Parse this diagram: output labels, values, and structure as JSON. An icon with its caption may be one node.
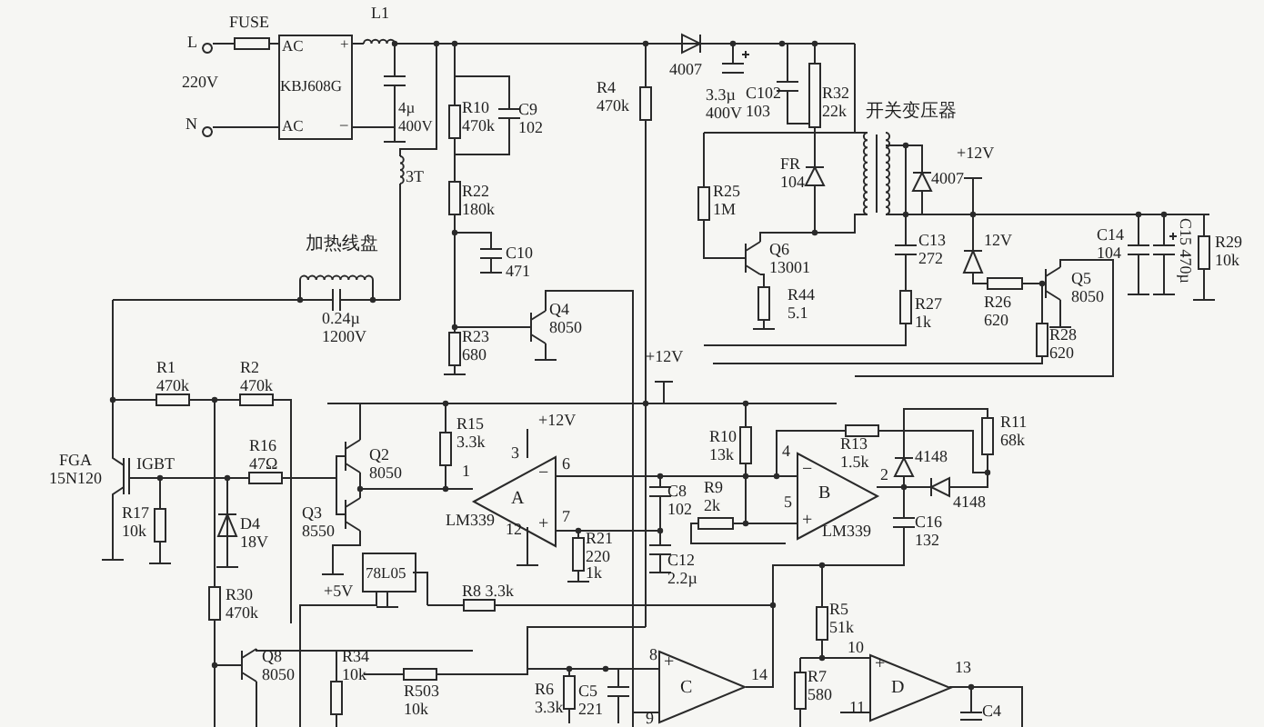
{
  "diagram": {
    "nodes": [
      {
        "text": [
          "AC",
          "+",
          "KBJ608G",
          "AC",
          "–"
        ]
      },
      {
        "text": [
          "A",
          "−",
          "+"
        ]
      },
      {
        "text": [
          "B",
          "−",
          "+"
        ]
      },
      {
        "text": [
          "78L05"
        ]
      },
      {
        "text": [
          "C",
          "+"
        ]
      },
      {
        "text": [
          "D",
          "+"
        ]
      }
    ],
    "edges": [
      {
        "from": 1,
        "to": 2,
        "arrow": "none"
      }
    ],
    "labels": [
      "L",
      "FUSE",
      "L1",
      "220V",
      "N",
      "4µ 400V",
      "3T",
      "加热线盘",
      "0.24µ 1200V",
      "R10 470k",
      "C9 102",
      "R22 180k",
      "C10 471",
      "Q4 8050",
      "R23 680",
      "R4 470k",
      "4007",
      "3.3µ 400V",
      "C102 103",
      "R32 22k",
      "FR 104",
      "开关变压器",
      "R25 1M",
      "Q6 13001",
      "R44 5.1",
      "+12V",
      "4007",
      "C13 272",
      "12V",
      "R27 1k",
      "R26 620",
      "Q5 8050",
      "R28 620",
      "C14 104",
      "C15 470µ",
      "R29 10k",
      "+12V",
      "R1 470k",
      "R2 470k",
      "FGA 15N120",
      "IGBT",
      "R16 47Ω",
      "R17 10k",
      "D4 18V",
      "Q2 8050",
      "Q3 8550",
      "+5V",
      "R15 3.3k",
      "+12V",
      "3",
      "6",
      "1",
      "7",
      "12",
      "LM339",
      "R21 220 1k",
      "C8 102",
      "R9 2k",
      "R10 13k",
      "4",
      "5",
      "R13 1.5k",
      "2",
      "4148",
      "4148",
      "R11 68k",
      "LM339",
      "C16 132",
      "C12 2.2µ",
      "R8 3.3k",
      "R30 470k",
      "Q8 8050",
      "R34 10k",
      "R503 10k",
      "R6 3.3k",
      "C5 221",
      "8",
      "9",
      "14",
      "R5 51k",
      "R7 580",
      "10",
      "11",
      "13",
      "C4"
    ]
  }
}
